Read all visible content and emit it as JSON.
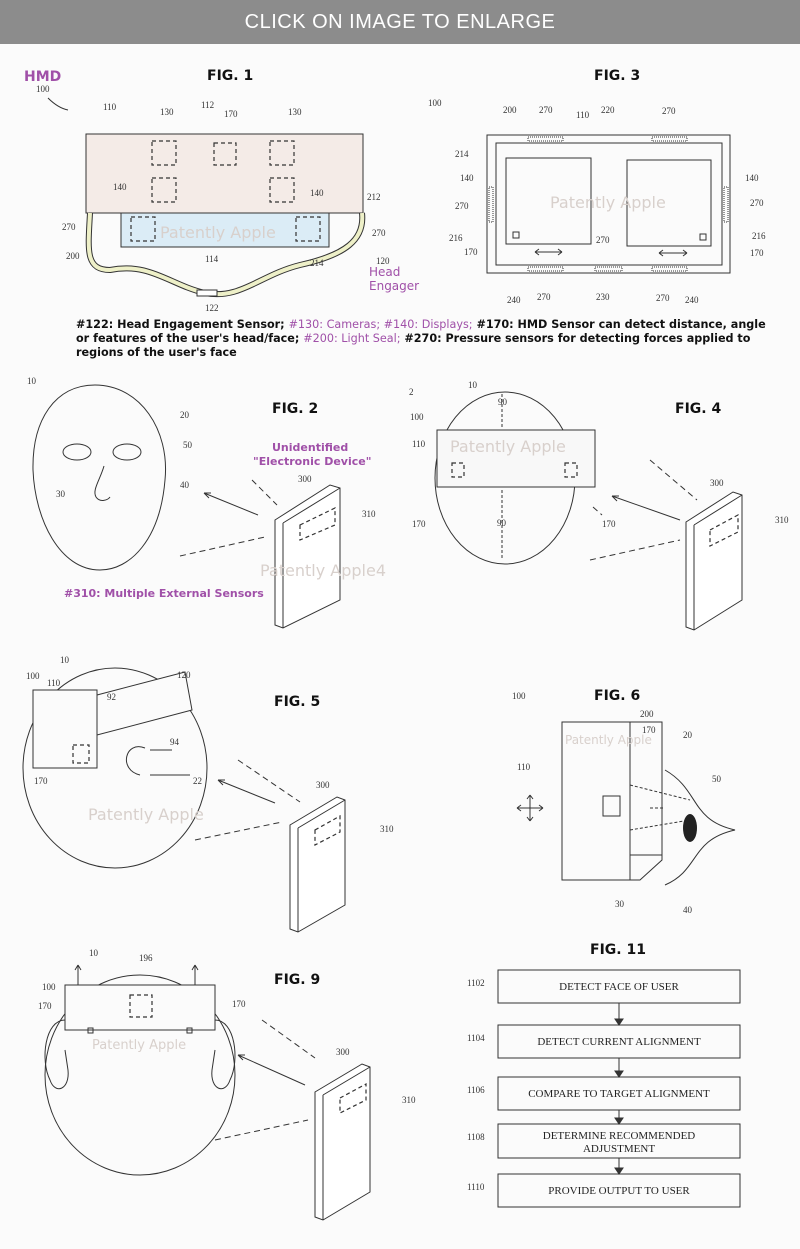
{
  "banner": "CLICK ON IMAGE TO ENLARGE",
  "watermark": "Patently Apple",
  "watermark_alt": "Patently Apple4",
  "fig1": {
    "title": "FIG. 1",
    "hmd_label": "HMD",
    "head_engager": [
      "Head",
      "Engager"
    ],
    "refs": [
      "100",
      "110",
      "112",
      "130",
      "170",
      "130",
      "140",
      "140",
      "212",
      "270",
      "270",
      "200",
      "114",
      "214",
      "120",
      "122"
    ]
  },
  "fig3": {
    "title": "FIG. 3",
    "refs": [
      "100",
      "200",
      "270",
      "220",
      "110",
      "270",
      "214",
      "140",
      "140",
      "270",
      "270",
      "216",
      "216",
      "170",
      "170",
      "270",
      "240",
      "270",
      "230",
      "270",
      "240"
    ]
  },
  "caption": {
    "p1": "#122: Head Engagement Sensor; ",
    "p2": " #130: Cameras; #140: Displays;",
    "p3": " #170: HMD Sensor can detect distance, angle or features of the user's head/face; ",
    "p4": "#200: Light Seal;",
    "p5": " #270: Pressure sensors for detecting forces applied to regions of the user's face"
  },
  "fig2": {
    "title": "FIG. 2",
    "device_label": [
      "Unidentified",
      "\"Electronic Device\""
    ],
    "sensors_note": "#310: Multiple External Sensors",
    "refs": [
      "10",
      "20",
      "50",
      "30",
      "40",
      "300",
      "310"
    ]
  },
  "fig4": {
    "title": "FIG. 4",
    "refs": [
      "2",
      "10",
      "90",
      "100",
      "110",
      "90",
      "170",
      "170",
      "300",
      "310"
    ]
  },
  "fig5": {
    "title": "FIG. 5",
    "refs": [
      "10",
      "100",
      "110",
      "120",
      "92",
      "94",
      "22",
      "170",
      "300",
      "310"
    ]
  },
  "fig6": {
    "title": "FIG. 6",
    "refs": [
      "100",
      "200",
      "170",
      "20",
      "110",
      "50",
      "30",
      "40"
    ]
  },
  "fig9": {
    "title": "FIG. 9",
    "refs": [
      "10",
      "196",
      "100",
      "170",
      "170",
      "300",
      "310"
    ]
  },
  "fig11": {
    "title": "FIG. 11",
    "steps": [
      {
        "num": "1102",
        "text": "DETECT FACE OF USER"
      },
      {
        "num": "1104",
        "text": "DETECT CURRENT ALIGNMENT"
      },
      {
        "num": "1106",
        "text": "COMPARE TO TARGET ALIGNMENT"
      },
      {
        "num": "1108",
        "text": [
          "DETERMINE RECOMMENDED",
          "ADJUSTMENT"
        ]
      },
      {
        "num": "1110",
        "text": "PROVIDE OUTPUT TO USER"
      }
    ]
  }
}
